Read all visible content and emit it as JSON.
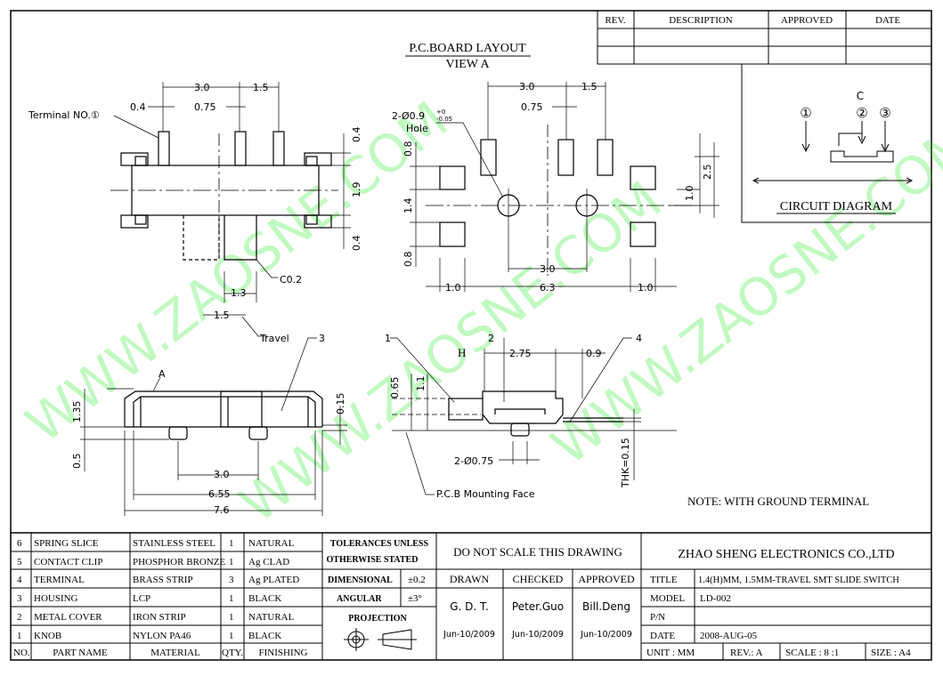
{
  "watermark": "WWW.ZAOSNE.COM",
  "revision_table": {
    "rev": "REV.",
    "description": "DESCRIPTION",
    "approved": "APPROVED",
    "date": "DATE"
  },
  "circuit": {
    "terminal_c": "C",
    "pin1": "①",
    "pin2": "②",
    "pin3": "③",
    "title": "CIRCUIT DIAGRAM"
  },
  "top_view": {
    "terminal_label": "Terminal NO.①",
    "dim_3_0": "3.0",
    "dim_1_5": "1.5",
    "dim_0_4": "0.4",
    "dim_0_75": "0.75",
    "dim_r_0_4a": "0.4",
    "dim_r_1_9": "1.9",
    "dim_r_0_4b": "0.4",
    "dim_c0_2": "C0.2",
    "dim_1_3": "1.3",
    "dim_1_5b": "1.5",
    "travel": "Travel"
  },
  "pcb_layout": {
    "title": "P.C.BOARD LAYOUT",
    "view": "VIEW A",
    "dim_3_0": "3.0",
    "dim_1_5": "1.5",
    "dim_0_75": "0.75",
    "hole_label": "2-Ø0.9",
    "tol_plus": "+0",
    "tol_minus": "-0.05",
    "hole": "Hole",
    "dim_0_8a": "0.8",
    "dim_1_4": "1.4",
    "dim_0_8b": "0.8",
    "dim_2_5": "2.5",
    "dim_1_0v": "1.0",
    "dim_3_0b": "3.0",
    "dim_1_0l": "1.0",
    "dim_6_3": "6.3",
    "dim_1_0r": "1.0"
  },
  "front_view": {
    "label_a": "A",
    "callout_3": "3",
    "dim_1_35": "1.35",
    "dim_0_15": "0.15",
    "dim_0_5": "0.5",
    "dim_3_0": "3.0",
    "dim_6_55": "6.55",
    "dim_7_6": "7.6"
  },
  "side_view": {
    "callout_1": "1",
    "callout_2": "2",
    "callout_4": "4",
    "label_h": "H",
    "dim_2_75": "2.75",
    "dim_0_9": "0.9",
    "dim_0_65": "0.65",
    "dim_1_1": "1.1",
    "dim_post": "2-Ø0.75",
    "pcb_face": "P.C.B Mounting Face",
    "thk": "THK=0.15"
  },
  "note": "NOTE:  WITH  GROUND  TERMINAL",
  "bom": {
    "header": {
      "no": "NO.",
      "part": "PART NAME",
      "material": "MATERIAL",
      "qty": "QTY.",
      "finish": "FINISHING"
    },
    "rows": [
      {
        "no": "6",
        "part": "SPRING SLICE",
        "material": "STAINLESS STEEL",
        "qty": "1",
        "finish": "NATURAL"
      },
      {
        "no": "5",
        "part": "CONTACT CLIP",
        "material": "PHOSPHOR BRONZE",
        "qty": "1",
        "finish": "Ag CLAD"
      },
      {
        "no": "4",
        "part": "TERMINAL",
        "material": "BRASS STRIP",
        "qty": "3",
        "finish": "Ag PLATED"
      },
      {
        "no": "3",
        "part": "HOUSING",
        "material": "LCP",
        "qty": "1",
        "finish": "BLACK"
      },
      {
        "no": "2",
        "part": "METAL COVER",
        "material": "IRON STRIP",
        "qty": "1",
        "finish": "NATURAL"
      },
      {
        "no": "1",
        "part": "KNOB",
        "material": "NYLON PA46",
        "qty": "1",
        "finish": "BLACK"
      }
    ]
  },
  "tolerances": {
    "title1": "TOLERANCES UNLESS",
    "title2": "OTHERWISE STATED",
    "dimensional": "DIMENSIONAL",
    "dim_val": "±0.2",
    "angular": "ANGULAR",
    "ang_val": "±3°",
    "projection": "PROJECTION"
  },
  "approval": {
    "no_scale": "DO  NOT  SCALE  THIS  DRAWING",
    "drawn": "DRAWN",
    "checked": "CHECKED",
    "approved": "APPROVED",
    "drawn_by": "G. D. T.",
    "checked_by": "Peter.Guo",
    "approved_by": "Bill.Deng",
    "drawn_date": "Jun-10/2009",
    "checked_date": "Jun-10/2009",
    "approved_date": "Jun-10/2009"
  },
  "title_block": {
    "company": "ZHAO SHENG ELECTRONICS CO.,LTD",
    "title_label": "TITLE",
    "title_value": "1.4(H)MM, 1.5MM-TRAVEL SMT SLIDE SWITCH",
    "model_label": "MODEL",
    "model_value": "LD-002",
    "pn_label": "P/N",
    "pn_value": "",
    "date_label": "DATE",
    "date_value": "2008-AUG-05",
    "unit": "UNIT : MM",
    "rev": "REV.:  A",
    "scale": "SCALE :  8 :1",
    "size": "SIZE : A4"
  }
}
